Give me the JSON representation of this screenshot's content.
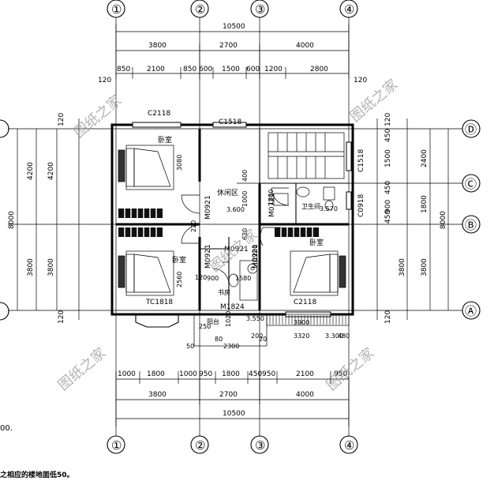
{
  "axes": {
    "vertical": [
      "①",
      "②",
      "③",
      "④"
    ],
    "horizontal": [
      "Ⓐ",
      "Ⓑ",
      "Ⓒ",
      "Ⓓ"
    ]
  },
  "dims": {
    "top_total": "10500",
    "top_mid": [
      "3800",
      "2700",
      "4000"
    ],
    "top_detail": [
      "850",
      "2100",
      "850",
      "600",
      "1500",
      "600",
      "1200",
      "2800"
    ],
    "top_side": [
      "120",
      "120"
    ],
    "bottom_detail": [
      "1000",
      "1800",
      "1000",
      "950",
      "1800",
      "450",
      "950",
      "2100",
      "950"
    ],
    "bottom_mid": [
      "3800",
      "2700",
      "4000"
    ],
    "bottom_total": "10500",
    "left_total": "8000",
    "left_a": [
      "4200",
      "3800"
    ],
    "left_b": [
      "4200",
      "3800"
    ],
    "left_120": [
      "120",
      "120"
    ],
    "right_detail": [
      "120",
      "450",
      "1500",
      "450",
      "900",
      "450"
    ],
    "right_mid": [
      "2400",
      "1800",
      "3800"
    ],
    "right_total": "8000",
    "right_a": [
      "3800"
    ],
    "right_120": [
      "120"
    ]
  },
  "rooms": {
    "bedroom_nw": "卧室",
    "bedroom_sw": "卧室",
    "bedroom_se": "卧室",
    "lounge": "休闲区",
    "bath": "卫生间",
    "study": "书房",
    "balcony": "阳台"
  },
  "labels": {
    "C2118_top": "C2118",
    "C1518_top": "C1518",
    "C1518_right": "C1518",
    "C0918": "C0918",
    "TC1818": "TC1818",
    "C2118_bot": "C2118",
    "M0921_a": "M0921",
    "M0921_b": "M0921",
    "M0921_c": "M0921",
    "M0721": "M0721",
    "M1824": "M1824",
    "M0921_d": "M0921"
  },
  "levels": {
    "l1": "3.600",
    "l2": "3.570",
    "l3": "3.550",
    "l4": "3.300"
  },
  "misc": {
    "dim_3080": "3080",
    "dim_2560": "2560",
    "dim_1580": "1580",
    "dim_900": "900",
    "dim_1800": "1800",
    "dim_400": "400",
    "dim_3320": "3320",
    "dim_480": "480",
    "dim_2300": "2300",
    "dim_1020": "1020",
    "dim_1200": "1200",
    "dim_120": "120",
    "dim_1000": "1000",
    "dim_50": "50",
    "dim_200": "200",
    "dim_250": "250",
    "dim_80": "80",
    "dim_620": "620",
    "dim_220": "220",
    "dim_3900": "3900",
    "dim_20": "20"
  },
  "watermark": "图纸之家",
  "footnote_left": "00.",
  "footnote_bottom": "之相应的楼地面低50。"
}
